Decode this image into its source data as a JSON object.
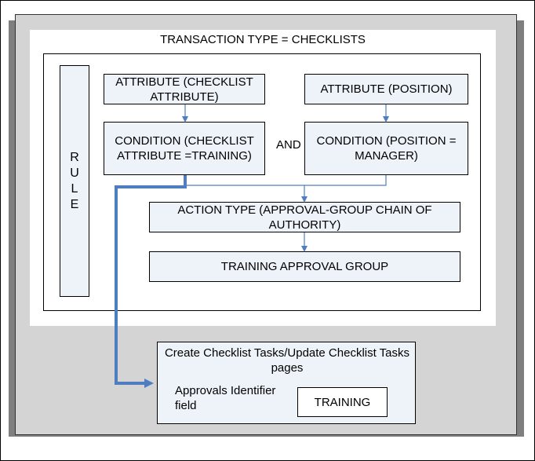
{
  "diagram": {
    "title": "TRANSACTION TYPE = CHECKLISTS",
    "rule_label": "RULE",
    "nodes": {
      "attribute_checklist": "ATTRIBUTE (CHECKLIST ATTRIBUTE)",
      "attribute_position": "ATTRIBUTE (POSITION)",
      "condition_checklist": "CONDITION (CHECKLIST ATTRIBUTE =TRAINING)",
      "condition_position": "CONDITION (POSITION = MANAGER)",
      "and_label": "AND",
      "action_type": "ACTION TYPE (APPROVAL-GROUP CHAIN OF AUTHORITY)",
      "approval_group": "TRAINING APPROVAL GROUP"
    },
    "pages_panel": {
      "title": "Create Checklist Tasks/Update Checklist Tasks pages",
      "field_label": "Approvals Identifier field",
      "field_value": "TRAINING"
    },
    "colors": {
      "box_fill": "#eef3fa",
      "arrow": "#4f7ec0",
      "background": "#d4d4d4"
    }
  }
}
